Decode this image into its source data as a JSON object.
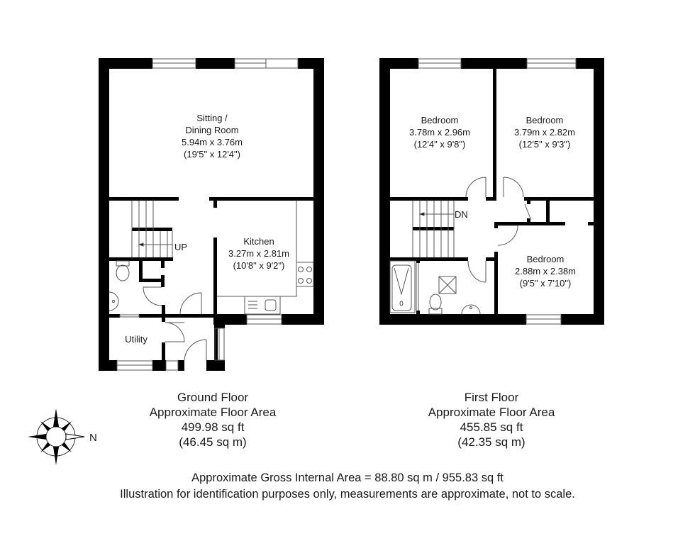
{
  "ground_floor": {
    "rooms": {
      "sitting": {
        "name_line1": "Sitting /",
        "name_line2": "Dining Room",
        "metric": "5.94m x 3.76m",
        "imperial": "(19'5\" x 12'4\")"
      },
      "kitchen": {
        "name": "Kitchen",
        "metric": "3.27m x 2.81m",
        "imperial": "(10'8\" x 9'2\")"
      },
      "utility": {
        "name": "Utility"
      }
    },
    "stair_label": "UP",
    "caption": {
      "title": "Ground Floor",
      "subtitle": "Approximate Floor Area",
      "area_sqft": "499.98 sq ft",
      "area_sqm": "(46.45 sq m)"
    }
  },
  "first_floor": {
    "rooms": {
      "bedroom1": {
        "name": "Bedroom",
        "metric": "3.78m x 2.96m",
        "imperial": "(12'4\" x 9'8\")"
      },
      "bedroom2": {
        "name": "Bedroom",
        "metric": "3.79m x 2.82m",
        "imperial": "(12'5\" x 9'3\")"
      },
      "bedroom3": {
        "name": "Bedroom",
        "metric": "2.88m x 2.38m",
        "imperial": "(9'5\" x 7'10\")"
      }
    },
    "stair_label": "DN",
    "caption": {
      "title": "First Floor",
      "subtitle": "Approximate Floor Area",
      "area_sqft": "455.85 sq ft",
      "area_sqm": "(42.35 sq m)"
    }
  },
  "compass": {
    "icon": "compass-rose-icon",
    "label": "N"
  },
  "footer": {
    "gross_area": "Approximate Gross Internal Area = 88.80 sq m / 955.83 sq ft",
    "disclaimer": "Illustration for identification purposes only, measurements are approximate, not to scale."
  },
  "colors": {
    "wall": "#000000",
    "fixture_line": "#555555",
    "background": "#ffffff"
  }
}
